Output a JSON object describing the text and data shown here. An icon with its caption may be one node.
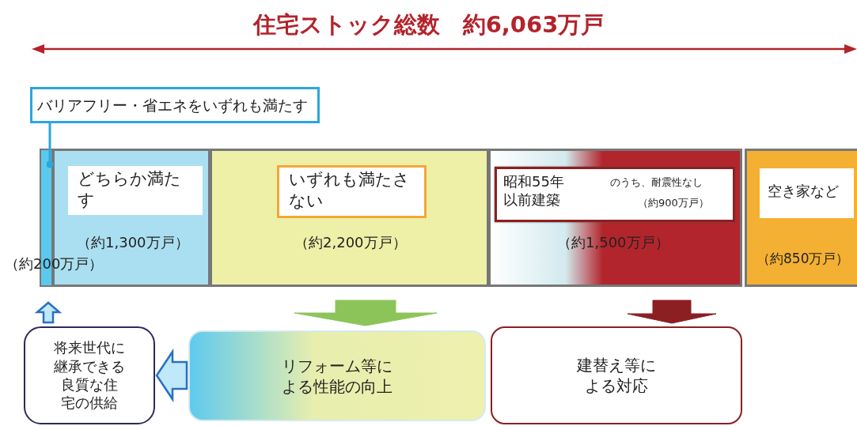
{
  "diagram": {
    "title": "住宅ストック総数　約6,063万戸",
    "nodes": [
      {
        "text": [
          "バリアフリー・省エネをいずれも満たす"
        ]
      },
      {
        "text": [],
        "shape": "bar",
        "beside": [
          "（約200万戸）"
        ]
      },
      {
        "text": [
          "（約1,300万戸）"
        ]
      },
      {
        "text": [
          "どちらか満たす"
        ],
        "in": 2
      },
      {
        "text": [
          "（約2,200万戸）"
        ]
      },
      {
        "text": [
          "いずれも満たさない"
        ],
        "in": 4
      },
      {
        "text": [
          "（約1,500万戸）"
        ]
      },
      {
        "text": [
          "昭和55年以前建築",
          "のうち、耐震性なし",
          "（約900万戸）"
        ],
        "in": 6
      },
      {
        "text": [
          "（約850万戸）"
        ]
      },
      {
        "text": [
          "空き家など"
        ],
        "in": 8
      },
      {
        "text": [
          "将来世代に継承できる良質な住宅の供給"
        ]
      },
      {
        "text": [
          "リフォーム等による性能の向上"
        ]
      },
      {
        "text": [
          "建替え等による対応"
        ]
      }
    ],
    "edges": [
      {
        "from": 0,
        "to": 1,
        "arrow": "other"
      },
      {
        "from": 4,
        "to": 11,
        "arrow": "to",
        "style": "thick",
        "color": "#8cc45a"
      },
      {
        "from": 6,
        "to": 12,
        "arrow": "to",
        "style": "thick",
        "color": "#8b1f22"
      },
      {
        "from": 11,
        "to": 10,
        "arrow": "to",
        "style": "thick",
        "color": "#7fd0f0"
      },
      {
        "from": 10,
        "to": 1,
        "arrow": "to",
        "style": "thick",
        "color": "#7fd0f0"
      }
    ]
  }
}
